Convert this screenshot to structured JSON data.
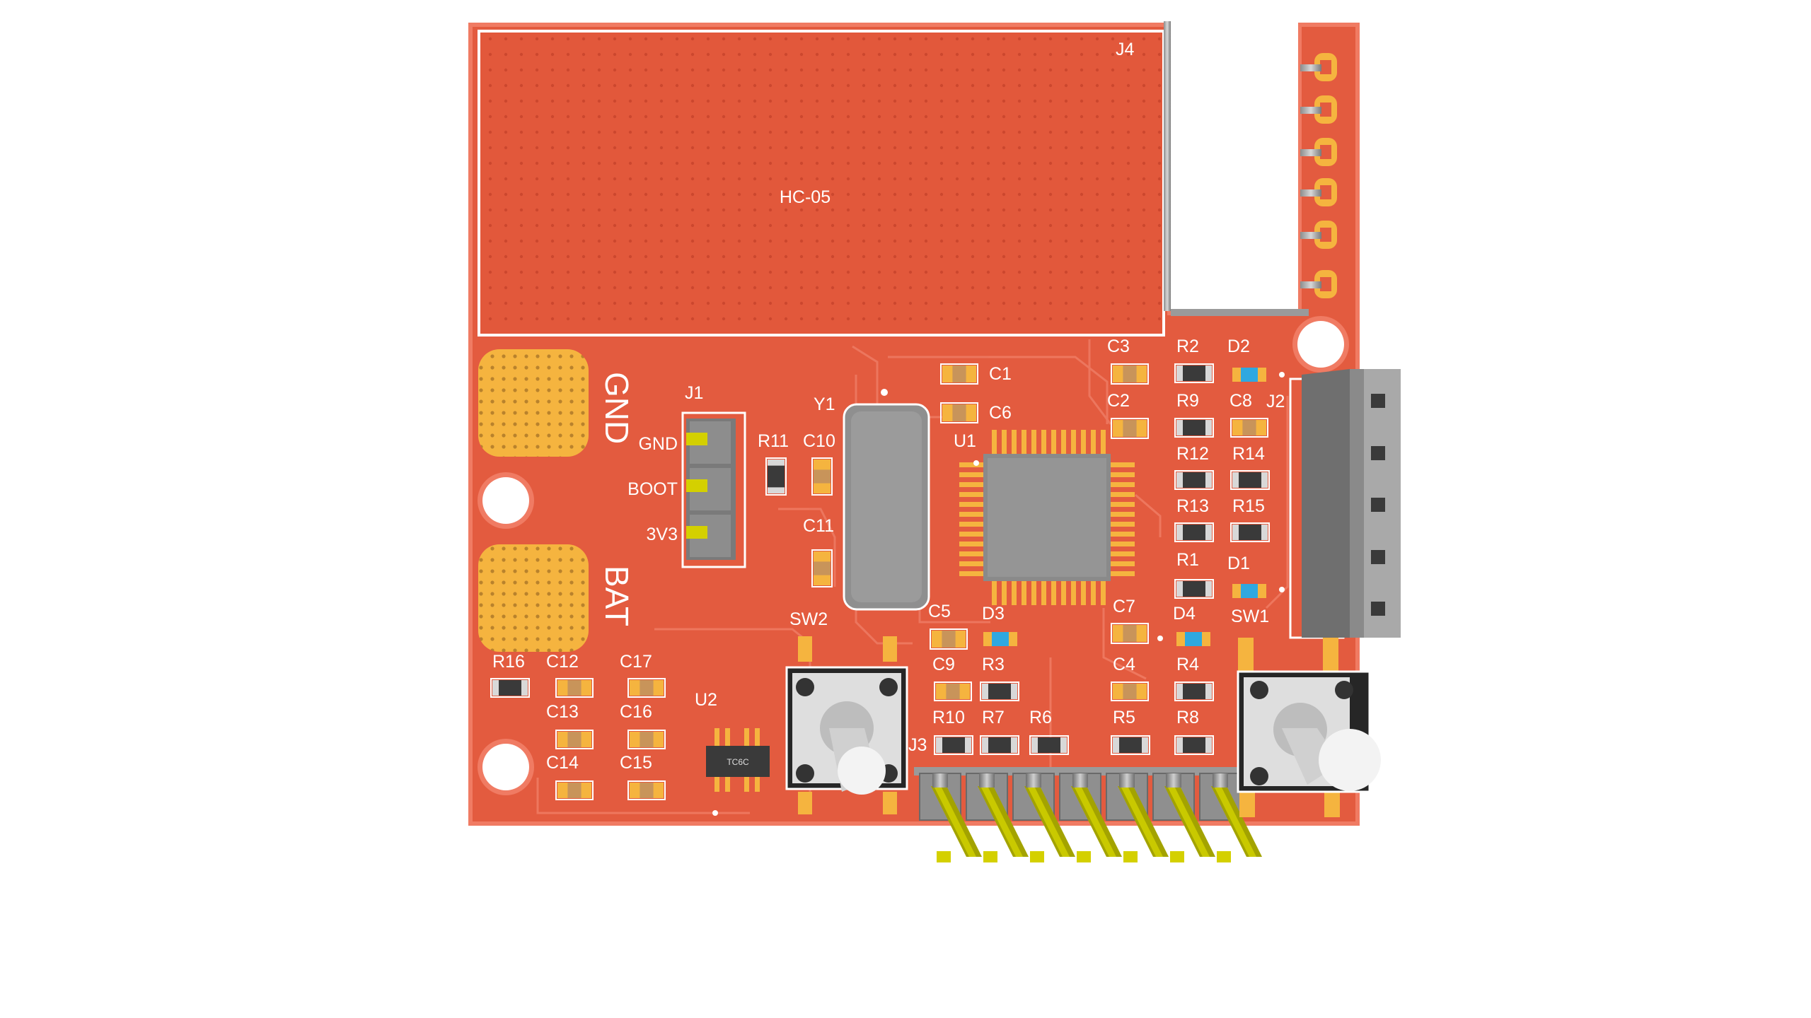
{
  "board": {
    "colors": {
      "pcb": "#e35b3f",
      "pcb_edge": "#f07b63",
      "copper_pour": "#e2583b",
      "pad_gold": "#f5b43f",
      "metal": "#bdbdbd",
      "pin_tip": "#d4d000",
      "led": "#2fa8e0"
    },
    "module": {
      "name": "HC-05",
      "ref": "J4"
    },
    "pads": {
      "gnd": "GND",
      "bat": "BAT"
    },
    "jumper": {
      "ref": "J1",
      "pin1": "GND",
      "pin2": "BOOT",
      "pin3": "3V3"
    },
    "crystal": "Y1",
    "mcu": "U1",
    "regulator": "U2",
    "regulator_marking": "TC6C",
    "headers": {
      "right": "J2",
      "bottom": "J3"
    },
    "switches": {
      "left": "SW2",
      "right": "SW1"
    },
    "refs": {
      "c1": "C1",
      "c2": "C2",
      "c3": "C3",
      "c4": "C4",
      "c5": "C5",
      "c6": "C6",
      "c7": "C7",
      "c8": "C8",
      "c9": "C9",
      "c10": "C10",
      "c11": "C11",
      "c12": "C12",
      "c13": "C13",
      "c14": "C14",
      "c15": "C15",
      "c16": "C16",
      "c17": "C17",
      "r1": "R1",
      "r2": "R2",
      "r3": "R3",
      "r4": "R4",
      "r5": "R5",
      "r6": "R6",
      "r7": "R7",
      "r8": "R8",
      "r9": "R9",
      "r10": "R10",
      "r11": "R11",
      "r12": "R12",
      "r13": "R13",
      "r14": "R14",
      "r15": "R15",
      "r16": "R16",
      "d1": "D1",
      "d2": "D2",
      "d3": "D3",
      "d4": "D4"
    }
  }
}
